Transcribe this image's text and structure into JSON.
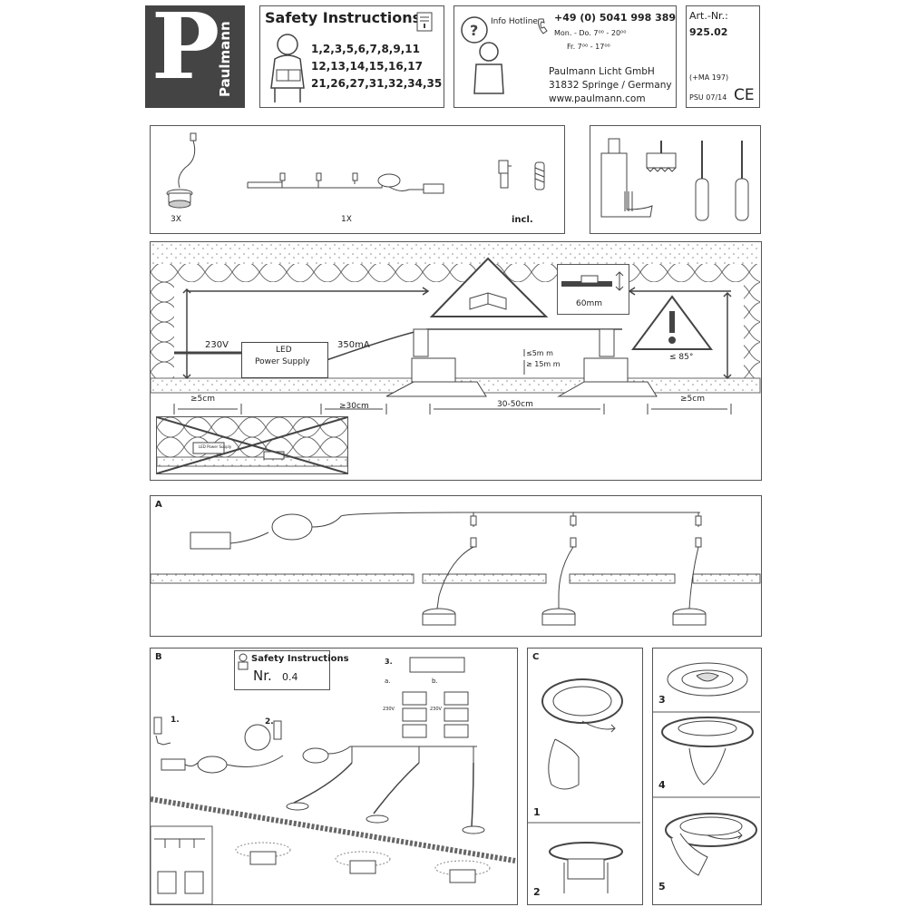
{
  "brand": {
    "letter": "P",
    "name": "Paulmann"
  },
  "safety": {
    "title": "Safety Instructions",
    "line1": "1,2,3,5,6,7,8,9,11",
    "line2": "12,13,14,15,16,17",
    "line3": "21,26,27,31,32,34,35"
  },
  "hotline": {
    "label": "Info Hotline",
    "phone": "+49 (0) 5041 998 389",
    "hours1": "Mon. - Do. 7⁰⁰ - 20⁰⁰",
    "hours2": "Fr.  7⁰⁰ - 17⁰⁰",
    "company": "Paulmann Licht GmbH",
    "city": "31832 Springe / Germany",
    "web": "www.paulmann.com"
  },
  "article": {
    "label": "Art.-Nr.:",
    "number": "925.02",
    "ma": "(+MA 197)",
    "psu": "PSU 07/14",
    "ce": "CE"
  },
  "parts": {
    "qty_lights": "3X",
    "qty_set": "1X",
    "incl": "incl."
  },
  "installation": {
    "voltage": "230V",
    "psu_line1": "LED",
    "psu_line2": "Power Supply",
    "current": "350mA",
    "depth_label": "60mm",
    "gap1": "≤5m m",
    "gap2": "≥ 15m m",
    "angle": "≤ 85°",
    "dist_wall_left": "≥5cm",
    "dist_psu": "≥30cm",
    "dist_spacing": "30-50cm",
    "dist_wall_right": "≥5cm",
    "mini_psu": "LED Power Supply"
  },
  "section_a": {
    "label": "A"
  },
  "section_b": {
    "label": "B",
    "safety_title": "Safety Instructions",
    "nr_label": "Nr.",
    "nr_value": "0.4",
    "step1": "1.",
    "step2": "2.",
    "step3": "3.",
    "sub_a": "a.",
    "sub_b": "b.",
    "v1": "230V",
    "v2": "230V"
  },
  "section_c": {
    "label": "C",
    "steps": [
      "1",
      "2",
      "3",
      "4",
      "5"
    ]
  }
}
